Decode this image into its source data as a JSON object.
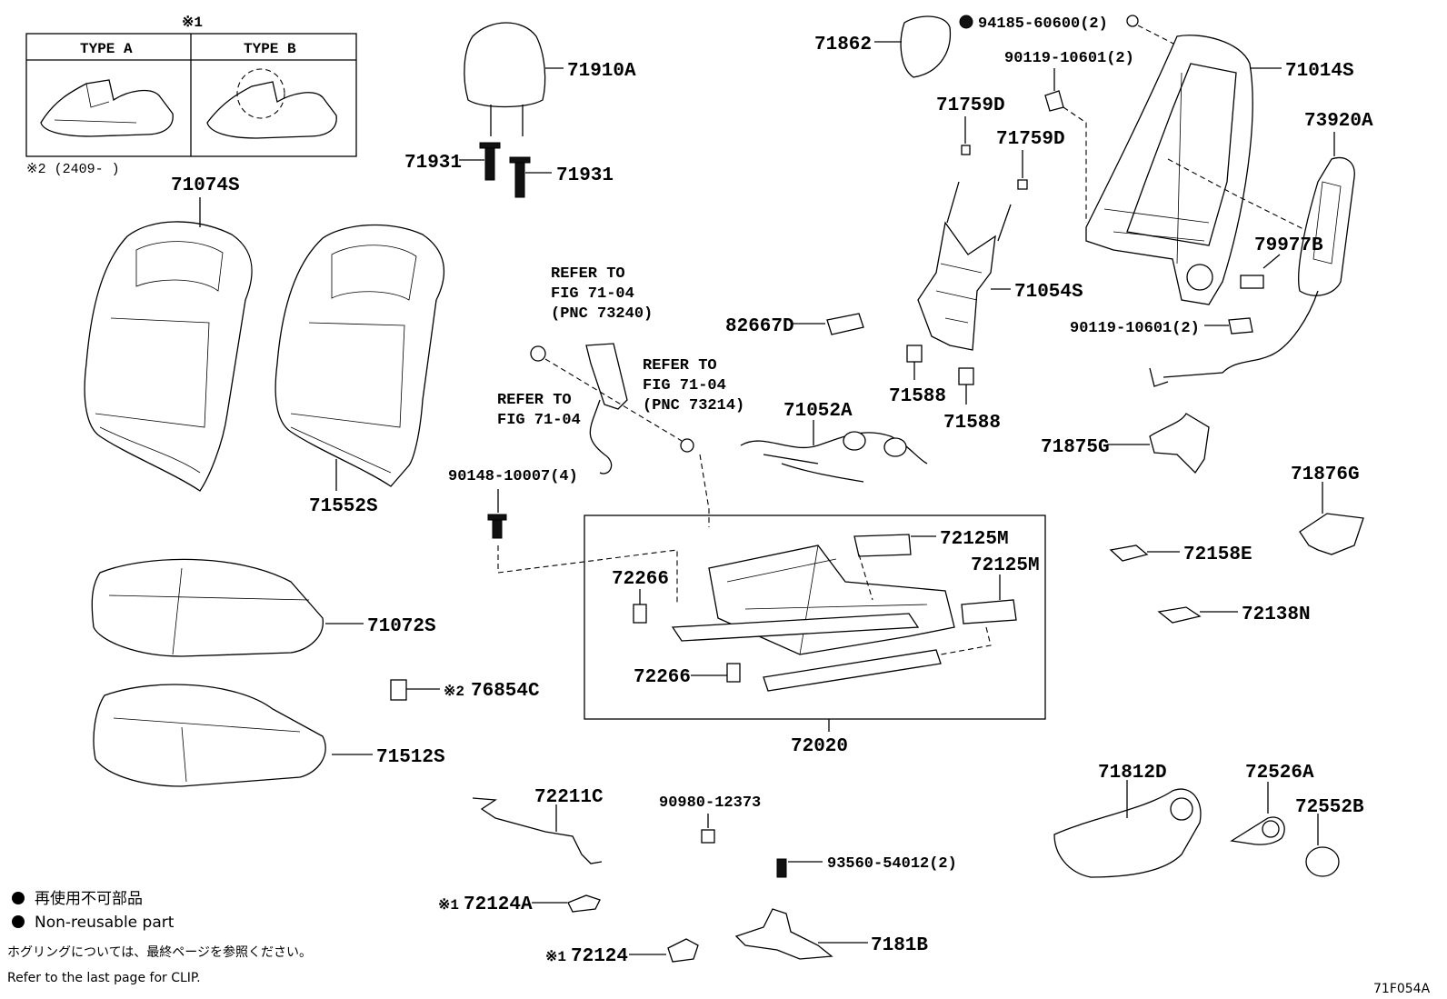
{
  "legend": {
    "mark_1": "※1",
    "mark_2_date": "※2 (2409-    )",
    "type_a": "TYPE A",
    "type_b": "TYPE B",
    "nonreusable_jp": "再使用不可部品",
    "nonreusable_en": "Non-reusable part",
    "clip_jp": "ホグリングについては、最終ページを参照ください。",
    "clip_en": "Refer to the last page for CLIP.",
    "figure_code": "71F054A"
  },
  "references": {
    "ref1_line1": "REFER TO",
    "ref1_line2": "FIG 71-04",
    "ref1_line3": "(PNC 73240)",
    "ref2_line1": "REFER TO",
    "ref2_line2": "FIG 71-04",
    "ref2_line3": "(PNC 73214)",
    "ref3_line1": "REFER TO",
    "ref3_line2": "FIG 71-04"
  },
  "parts": {
    "p71074S": "71074S",
    "p71552S": "71552S",
    "p71072S": "71072S",
    "p71512S": "71512S",
    "p76854C": "76854C",
    "p76854C_mark": "※2",
    "p71910A": "71910A",
    "p71931a": "71931",
    "p71931b": "71931",
    "p90148": "90148-10007(4)",
    "p71862": "71862",
    "p94185": "94185-60600(2)",
    "p90119a": "90119-10601(2)",
    "p71014S": "71014S",
    "p73920A": "73920A",
    "p79977B": "79977B",
    "p90119b": "90119-10601(2)",
    "p71759Da": "71759D",
    "p71759Db": "71759D",
    "p71054S": "71054S",
    "p82667D": "82667D",
    "p71588a": "71588",
    "p71588b": "71588",
    "p71052A": "71052A",
    "p71875G": "71875G",
    "p71876G": "71876G",
    "p72125Ma": "72125M",
    "p72125Mb": "72125M",
    "p72266a": "72266",
    "p72266b": "72266",
    "p72020": "72020",
    "p72158E": "72158E",
    "p72138N": "72138N",
    "p72211C": "72211C",
    "p90980": "90980-12373",
    "p93560": "93560-54012(2)",
    "p7181B": "7181B",
    "p72124A": "72124A",
    "p72124A_mark": "※1",
    "p72124": "72124",
    "p72124_mark": "※1",
    "p71812D": "71812D",
    "p72526A": "72526A",
    "p72552B": "72552B"
  }
}
